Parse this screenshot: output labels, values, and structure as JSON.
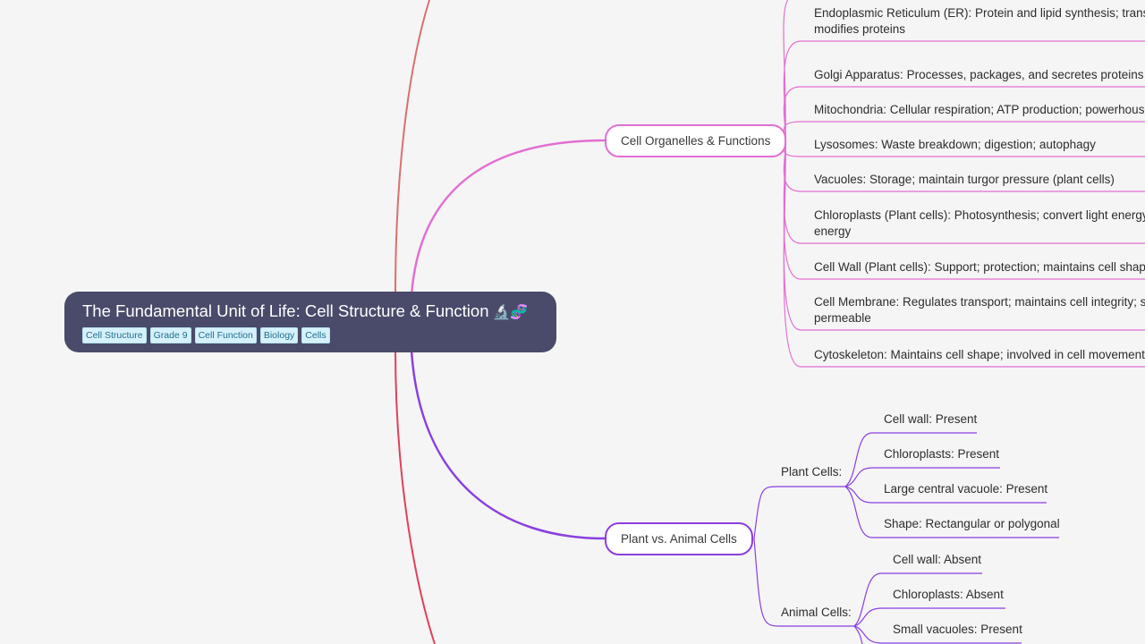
{
  "root": {
    "title": "The Fundamental Unit of Life: Cell Structure & Function",
    "emoji": "🔬🧬",
    "tags": [
      "Cell Structure",
      "Grade 9",
      "Cell Function",
      "Biology",
      "Cells"
    ]
  },
  "organelles": {
    "label": "Cell Organelles & Functions",
    "items": [
      {
        "line1": "Endoplasmic Reticulum (ER): Protein and lipid synthesis; trans",
        "line2": "modifies proteins"
      },
      {
        "line1": "Golgi Apparatus: Processes, packages, and secretes proteins ar",
        "line2": ""
      },
      {
        "line1": "Mitochondria: Cellular respiration; ATP production; powerhous",
        "line2": ""
      },
      {
        "line1": "Lysosomes: Waste breakdown; digestion; autophagy",
        "line2": ""
      },
      {
        "line1": "Vacuoles: Storage; maintain turgor pressure (plant cells)",
        "line2": ""
      },
      {
        "line1": "Chloroplasts (Plant cells): Photosynthesis; convert light energy",
        "line2": "energy"
      },
      {
        "line1": "Cell Wall (Plant cells): Support; protection; maintains cell shap",
        "line2": ""
      },
      {
        "line1": "Cell Membrane: Regulates transport; maintains cell integrity; se",
        "line2": "permeable"
      },
      {
        "line1": "Cytoskeleton: Maintains cell shape; involved in cell movement",
        "line2": ""
      }
    ]
  },
  "plant_vs_animal": {
    "label": "Plant vs. Animal Cells",
    "plant": {
      "label": "Plant Cells:",
      "items": [
        "Cell wall: Present",
        "Chloroplasts: Present",
        "Large central vacuole: Present",
        "Shape: Rectangular or polygonal"
      ]
    },
    "animal": {
      "label": "Animal Cells:",
      "items": [
        "Cell wall: Absent",
        "Chloroplasts: Absent",
        "Small vacuoles: Present"
      ]
    }
  },
  "colors": {
    "root_bg": "#4a4b6a",
    "organelles": "#e26fd2",
    "plant_vs_animal": "#8a3fe0",
    "offscreen_top": "#d9706e",
    "offscreen_bottom": "#e0405a"
  }
}
